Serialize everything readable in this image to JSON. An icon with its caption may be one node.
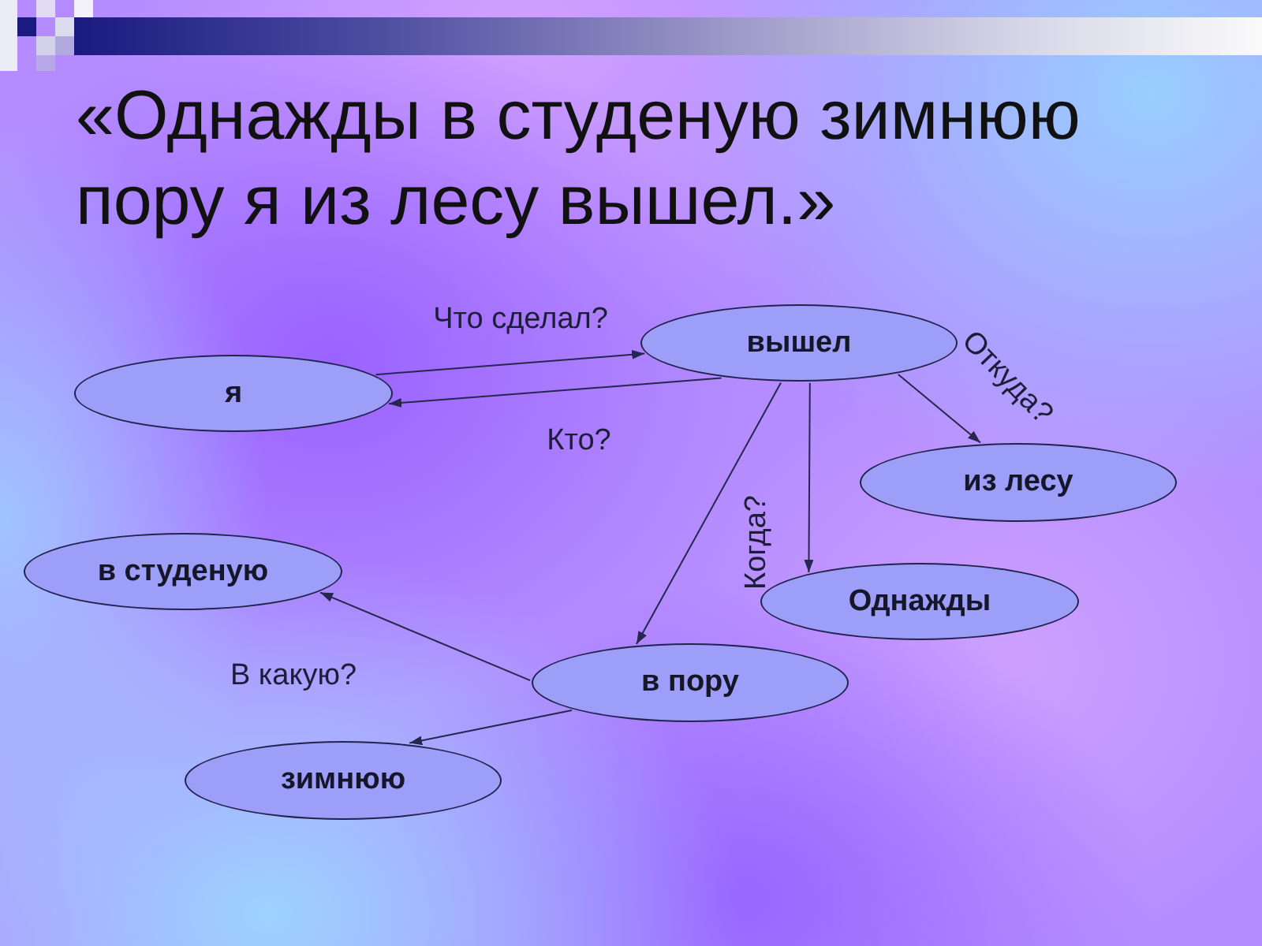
{
  "diagram": {
    "title": "«Однажды в студеную зимнюю пору я из лесу вышел.»",
    "nodes": [
      {
        "text": [
          "я"
        ]
      },
      {
        "text": [
          "вышел"
        ]
      },
      {
        "text": [
          "из лесу"
        ]
      },
      {
        "text": [
          "в студеную"
        ]
      },
      {
        "text": [
          "Однажды"
        ]
      },
      {
        "text": [
          "в пору"
        ]
      },
      {
        "text": [
          "зимнюю"
        ]
      }
    ],
    "edges": [
      {
        "from": 0,
        "to": 1,
        "arrow": "to",
        "label": "Что сделал?"
      },
      {
        "from": 1,
        "to": 0,
        "arrow": "to",
        "label": "Кто?"
      },
      {
        "from": 1,
        "to": 2,
        "arrow": "to",
        "label": "Откуда?"
      },
      {
        "from": 1,
        "to": 4,
        "arrow": "to",
        "label": "Когда?"
      },
      {
        "from": 1,
        "to": 5,
        "arrow": "to"
      },
      {
        "from": 5,
        "to": 3,
        "arrow": "to",
        "label": "В какую?"
      },
      {
        "from": 5,
        "to": 6,
        "arrow": "to"
      }
    ]
  }
}
